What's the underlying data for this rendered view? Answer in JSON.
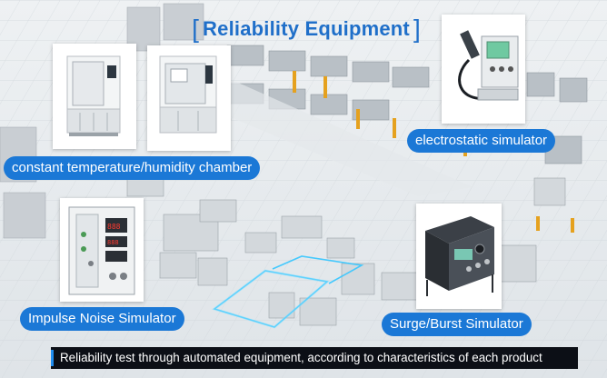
{
  "heading": {
    "text": "Reliability Equipment",
    "bracket_left": "[",
    "bracket_right": "]"
  },
  "photos": [
    {
      "name": "constant-temperature-humidity-chamber-photo-1"
    },
    {
      "name": "constant-temperature-humidity-chamber-photo-2"
    },
    {
      "name": "electrostatic-simulator-photo"
    },
    {
      "name": "impulse-noise-simulator-photo"
    },
    {
      "name": "surge-burst-simulator-photo"
    }
  ],
  "labels": {
    "chamber": "constant temperature/humidity chamber",
    "electrostatic": "electrostatic simulator",
    "impulse": "Impulse Noise Simulator",
    "surge": "Surge/Burst Simulator"
  },
  "caption": "Reliability test through automated equipment, according to characteristics of each product",
  "colors": {
    "heading_text": "#1f6fc9",
    "label_bg": "#1b78d6",
    "caption_bg": "#0c0f16",
    "caption_accent": "#1f8df0",
    "glow": "#35c6ff"
  }
}
